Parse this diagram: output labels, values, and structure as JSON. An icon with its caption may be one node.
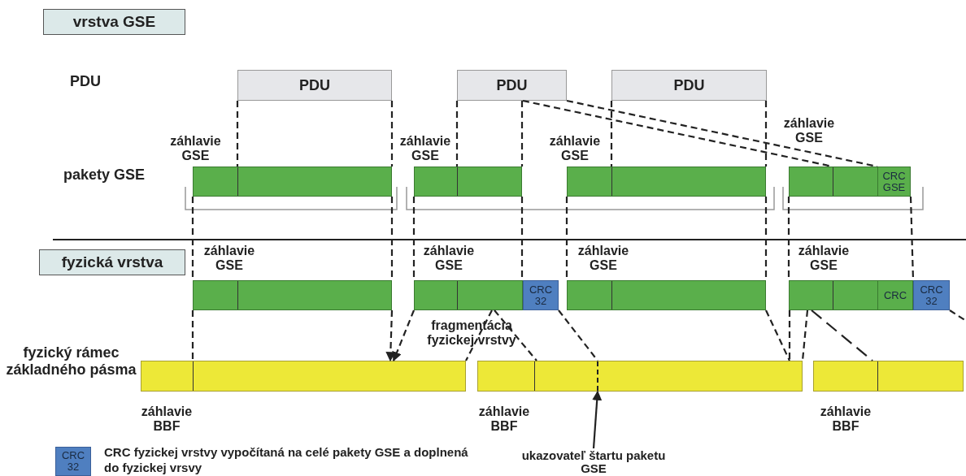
{
  "diagram": {
    "nodes": [
      {
        "text": [
          "vrstva GSE"
        ]
      },
      {
        "text": [
          "PDU"
        ]
      },
      {
        "text": [
          "PDU"
        ]
      },
      {
        "text": [
          "PDU"
        ]
      },
      {
        "text": [],
        "shape": "bar"
      },
      {
        "text": [],
        "shape": "bar"
      },
      {
        "text": [],
        "shape": "bar"
      },
      {
        "text": [],
        "shape": "bar"
      },
      {
        "text": [
          "CRC GSE"
        ],
        "in": 7
      },
      {
        "text": [
          "fyzická vrstva"
        ]
      },
      {
        "text": [],
        "shape": "bar"
      },
      {
        "text": [],
        "shape": "bar"
      },
      {
        "text": [
          "CRC 32"
        ]
      },
      {
        "text": [],
        "shape": "bar"
      },
      {
        "text": [],
        "shape": "bar"
      },
      {
        "text": [
          "CRC"
        ],
        "in": 14
      },
      {
        "text": [
          "CRC 32"
        ]
      },
      {
        "text": [],
        "shape": "bar"
      },
      {
        "text": [],
        "shape": "bar"
      },
      {
        "text": [],
        "shape": "bar"
      },
      {
        "text": [
          "ukazovateľ štartu paketu GSE"
        ]
      },
      {
        "text": [
          "CRC 32"
        ]
      }
    ],
    "edges": [
      {
        "from": 1,
        "to": 4,
        "arrow": "none",
        "style": "dashed"
      },
      {
        "from": 1,
        "to": 4,
        "arrow": "none",
        "style": "dashed"
      },
      {
        "from": 2,
        "to": 5,
        "arrow": "none",
        "style": "dashed"
      },
      {
        "from": 2,
        "to": 5,
        "arrow": "none",
        "style": "dashed"
      },
      {
        "from": 2,
        "to": 7,
        "arrow": "none",
        "style": "dashed"
      },
      {
        "from": 2,
        "to": 7,
        "arrow": "none",
        "style": "dashed"
      },
      {
        "from": 3,
        "to": 6,
        "arrow": "none",
        "style": "dashed"
      },
      {
        "from": 3,
        "to": 6,
        "arrow": "none",
        "style": "dashed"
      },
      {
        "from": 4,
        "to": 10,
        "arrow": "none",
        "style": "dashed"
      },
      {
        "from": 4,
        "to": 10,
        "arrow": "none",
        "style": "dashed"
      },
      {
        "from": 5,
        "to": 11,
        "arrow": "none",
        "style": "dashed"
      },
      {
        "from": 5,
        "to": 11,
        "arrow": "none",
        "style": "dashed"
      },
      {
        "from": 6,
        "to": 13,
        "arrow": "none",
        "style": "dashed"
      },
      {
        "from": 6,
        "to": 13,
        "arrow": "none",
        "style": "dashed"
      },
      {
        "from": 7,
        "to": 14,
        "arrow": "none",
        "style": "dashed"
      },
      {
        "from": 8,
        "to": 16,
        "arrow": "none",
        "style": "dashed"
      },
      {
        "from": 10,
        "to": 17,
        "arrow": "none",
        "style": "dashed"
      },
      {
        "from": 10,
        "to": 17,
        "arrow": "to",
        "style": "dashed"
      },
      {
        "from": 11,
        "to": 17,
        "arrow": "to",
        "style": "dashed"
      },
      {
        "from": 11,
        "to": 17,
        "arrow": "none",
        "style": "dashed"
      },
      {
        "from": 11,
        "to": 18,
        "arrow": "none",
        "style": "dashed"
      },
      {
        "from": 12,
        "to": 18,
        "arrow": "none",
        "style": "dashed"
      },
      {
        "from": 13,
        "to": 18,
        "arrow": "none",
        "style": "dashed"
      },
      {
        "from": 14,
        "to": 18,
        "arrow": "none",
        "style": "dashed"
      },
      {
        "from": 14,
        "to": 18,
        "arrow": "none",
        "style": "dashed"
      },
      {
        "from": 14,
        "to": 19,
        "arrow": "none",
        "style": "dashed"
      },
      {
        "from": 16,
        "to": null,
        "arrow": "none",
        "style": "dashed"
      },
      {
        "from": 20,
        "to": 18,
        "arrow": "to"
      }
    ],
    "labels": [
      "PDU",
      "záhlavie GSE",
      "záhlavie GSE",
      "záhlavie GSE",
      "záhlavie GSE",
      "pakety GSE",
      "záhlavie GSE",
      "záhlavie GSE",
      "záhlavie GSE",
      "záhlavie GSE",
      "fragmentácia fyzickej vrstvy",
      "fyzický rámec základného pásma",
      "záhlavie BBF",
      "záhlavie BBF",
      "záhlavie BBF",
      "CRC fyzickej vrstvy vypočítaná na celé pakety GSE a doplnená do fyzickej vrsvy"
    ]
  }
}
